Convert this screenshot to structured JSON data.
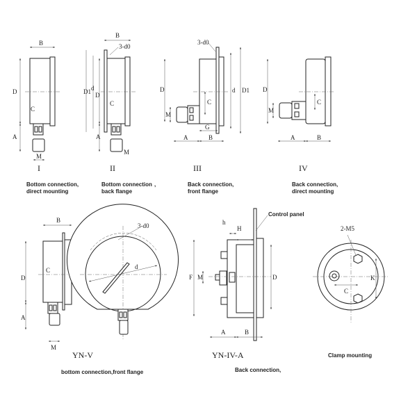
{
  "figures": [
    {
      "id": "I",
      "title": "I",
      "caption": [
        "Bottom connection,",
        "direct mounting"
      ],
      "dims": [
        "B",
        "D",
        "C",
        "A",
        "M"
      ]
    },
    {
      "id": "II",
      "title": "II",
      "caption": [
        "Bottom connection",
        "back flange"
      ],
      "dims": [
        "B",
        "3-d0",
        "D1",
        "d",
        "D",
        "C",
        "A",
        "M"
      ]
    },
    {
      "id": "III",
      "title": "III",
      "caption": [
        "Back connection,",
        "front flange"
      ],
      "dims": [
        "3-d0",
        "D",
        "M",
        "C",
        "d",
        "D1",
        "G",
        "A",
        "B"
      ]
    },
    {
      "id": "IV",
      "title": "IV",
      "caption": [
        "Back connection,",
        "direct mounting"
      ],
      "dims": [
        "D",
        "M",
        "C",
        "A",
        "B"
      ]
    },
    {
      "id": "YN-V",
      "title": "YN-V",
      "caption": [
        "bottom connection,front flange"
      ],
      "dims": [
        "B",
        "D",
        "C",
        "A",
        "M",
        "3-d0",
        "d"
      ]
    },
    {
      "id": "YN-IV-A",
      "title": "YN-IV-A",
      "caption": [
        "Back connection,"
      ],
      "dims": [
        "h",
        "H",
        "F",
        "M",
        "D",
        "A",
        "B"
      ],
      "callout": "Control panel"
    },
    {
      "id": "clamp",
      "title": "Clamp mounting",
      "dims": [
        "2-M5",
        "K",
        "C"
      ]
    }
  ],
  "stray_mark": ","
}
